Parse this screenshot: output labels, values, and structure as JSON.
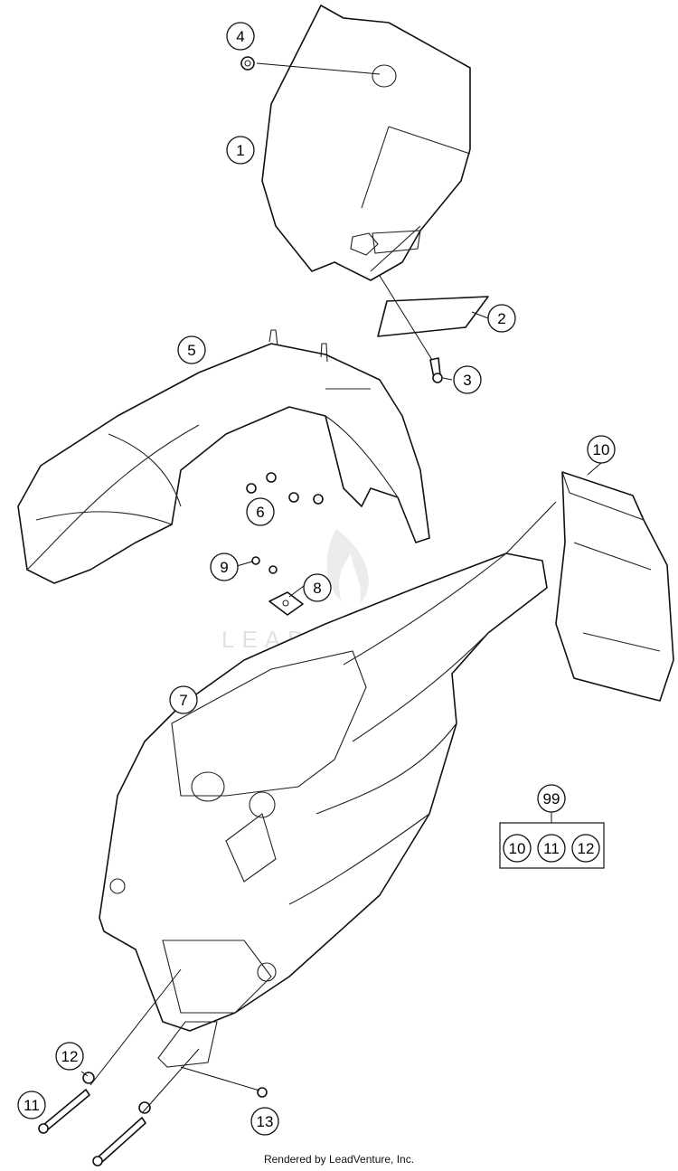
{
  "callouts": {
    "c1": "1",
    "c2": "2",
    "c3": "3",
    "c4": "4",
    "c5": "5",
    "c6": "6",
    "c7": "7",
    "c8": "8",
    "c9": "9",
    "c10": "10",
    "c11": "11",
    "c12": "12",
    "c13": "13",
    "c99": "99"
  },
  "kit": {
    "label": "99",
    "items": [
      "10",
      "11",
      "12"
    ]
  },
  "watermark": "LEADVENTURE",
  "footer": "Rendered by LeadVenture, Inc."
}
